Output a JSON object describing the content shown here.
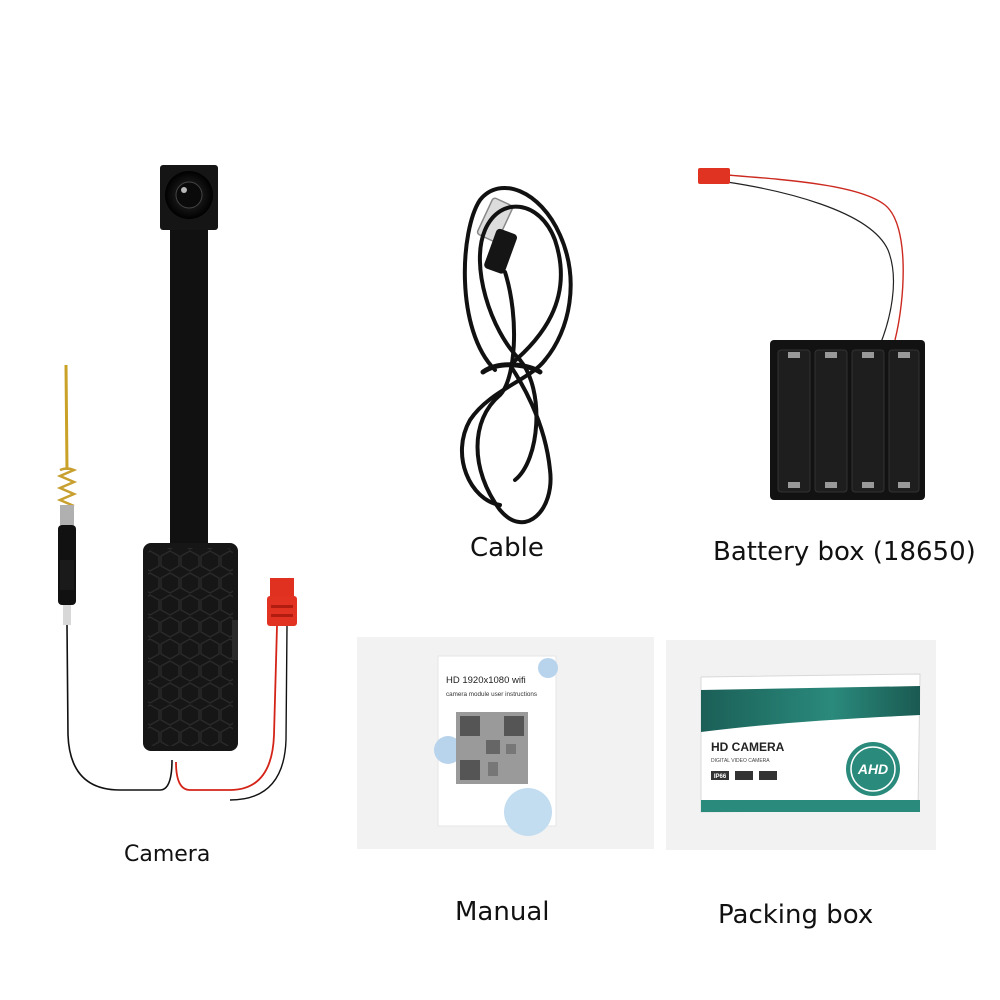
{
  "captions": {
    "camera": "Camera",
    "cable": "Cable",
    "battery": "Battery box (18650)",
    "manual": "Manual",
    "packing": "Packing box"
  },
  "manual": {
    "line1": "HD 1920x1080 wifi",
    "line2": "camera module  user instructions"
  },
  "packing_box": {
    "title": "HD CAMERA",
    "subtitle": "DIGITAL VIDEO CAMERA",
    "badge": "AHD",
    "chip1": "IP66",
    "accent": "#1f7a6f"
  }
}
